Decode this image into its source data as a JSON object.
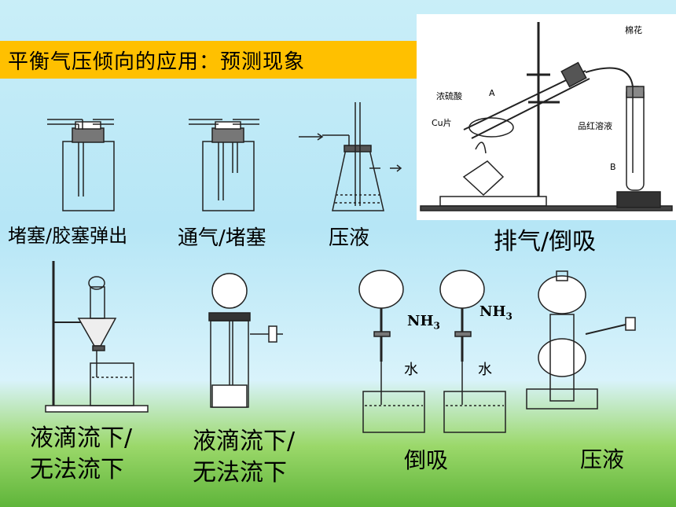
{
  "title": "平衡气压倾向的应用：预测现象",
  "labels": {
    "l1": "堵塞/胶塞弹出",
    "l2": "通气/堵塞",
    "l3": "压液",
    "l4": "排气/倒吸",
    "l5a": "液滴流下/",
    "l5b": "无法流下",
    "l6a": "液滴流下/",
    "l6b": "无法流下",
    "l7": "倒吸",
    "l8": "压液"
  },
  "annotations": {
    "nh3_a": "NH",
    "nh3_b": "NH",
    "sub3": "3",
    "water_a": "水",
    "water_b": "水",
    "acid": "浓硫酸",
    "cu": "Cu片",
    "pin": "品红溶液",
    "mianhua": "棉花",
    "A": "A",
    "B": "B"
  }
}
